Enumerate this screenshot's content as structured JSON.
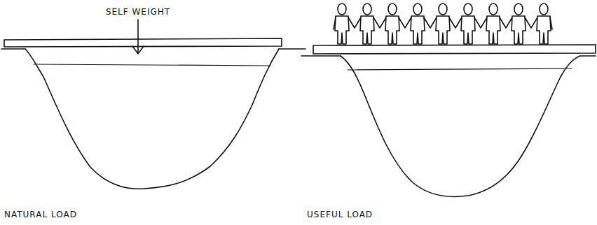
{
  "diagram": {
    "labels": [
      "SELF WEIGHT",
      "NATURAL LOAD",
      "USEFUL LOAD"
    ]
  }
}
